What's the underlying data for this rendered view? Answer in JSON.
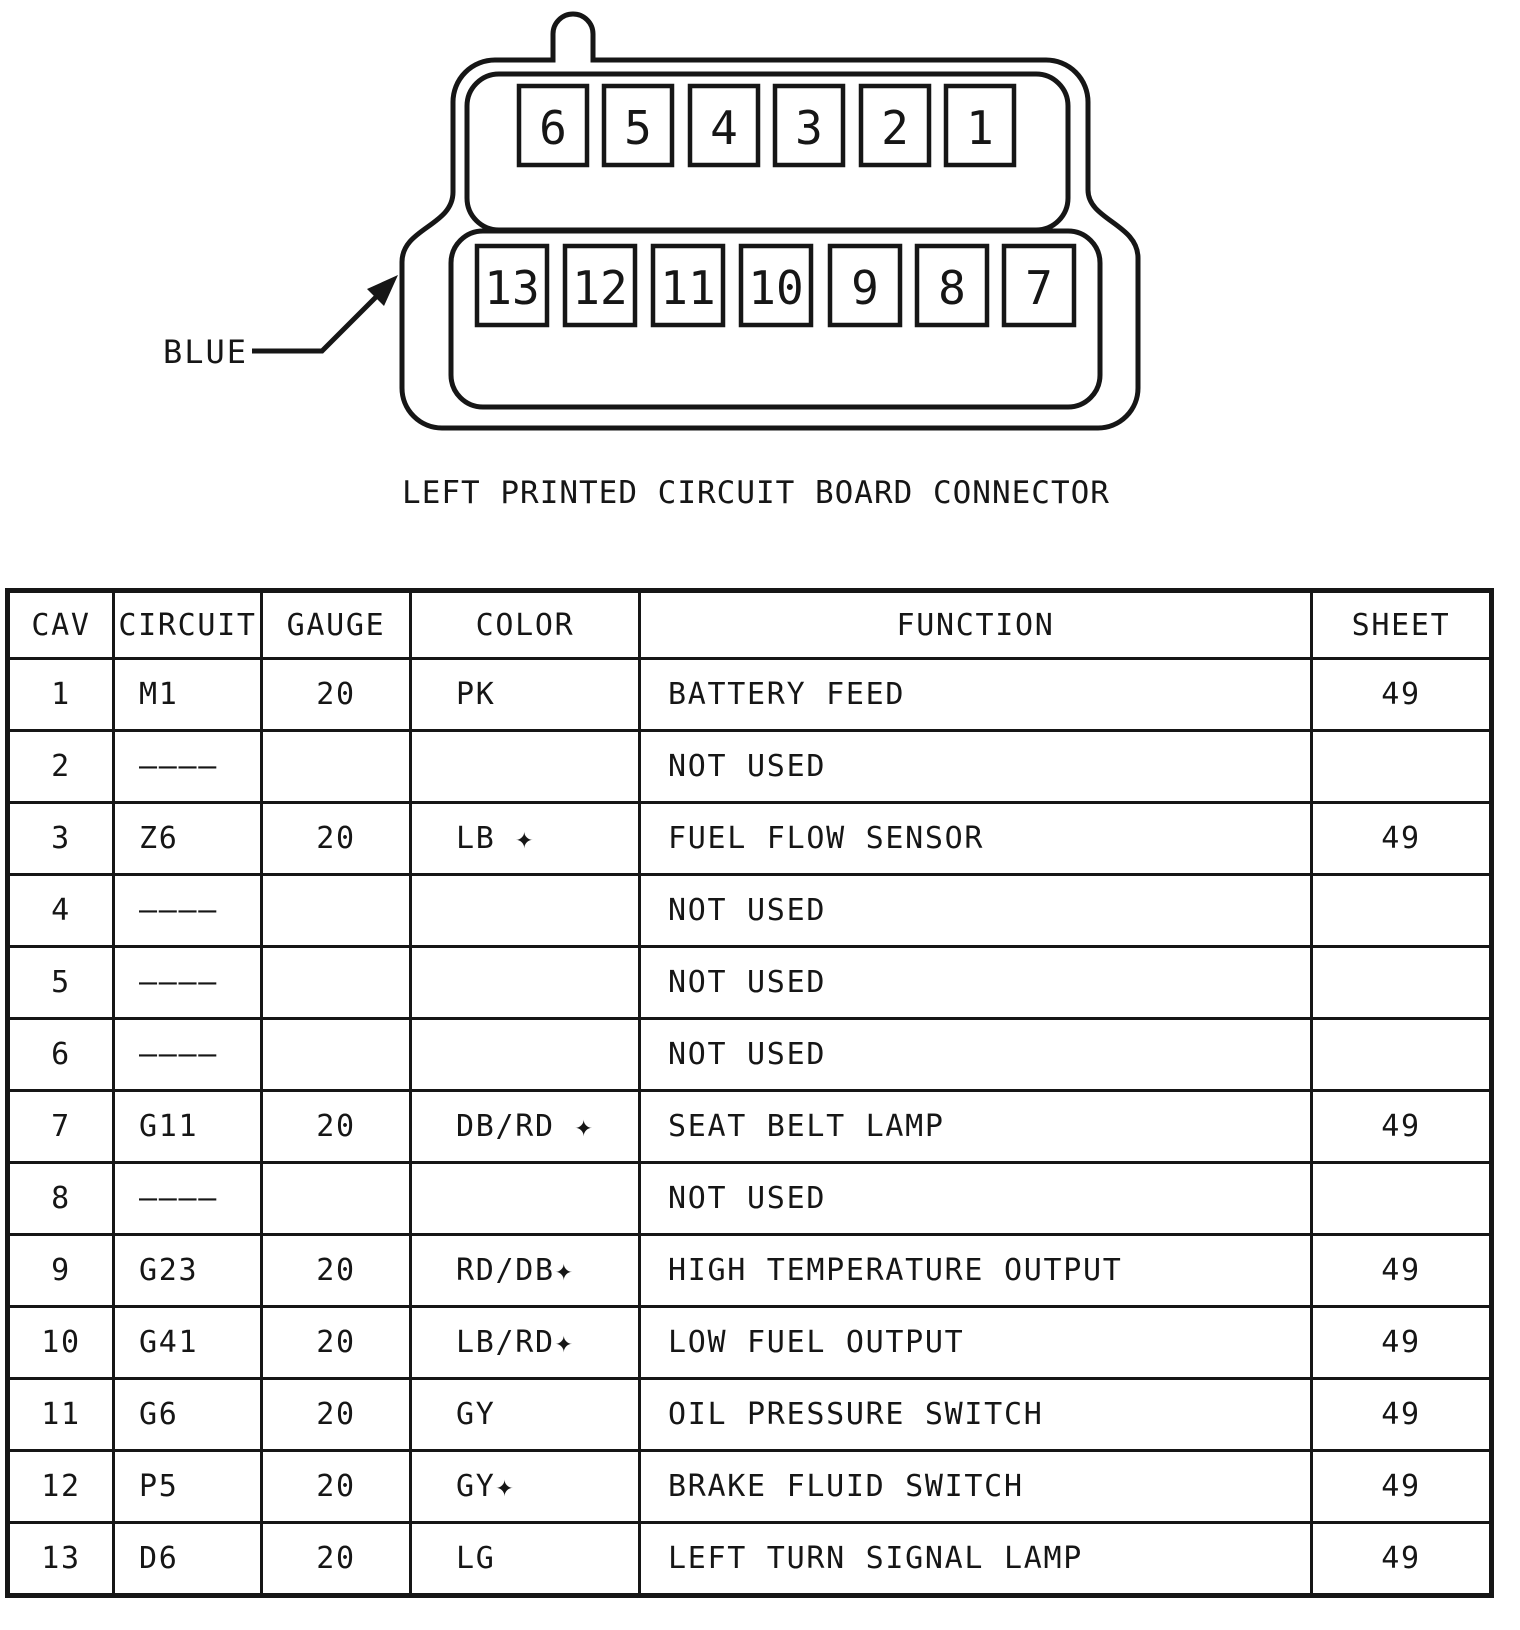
{
  "connector": {
    "color_label": "BLUE",
    "caption": "LEFT PRINTED CIRCUIT BOARD CONNECTOR",
    "top_row_pins": [
      "6",
      "5",
      "4",
      "3",
      "2",
      "1"
    ],
    "bottom_row_pins": [
      "13",
      "12",
      "11",
      "10",
      "9",
      "8",
      "7"
    ],
    "line_color": "#161616"
  },
  "table": {
    "headers": [
      "CAV",
      "CIRCUIT",
      "GAUGE",
      "COLOR",
      "FUNCTION",
      "SHEET"
    ],
    "rows": [
      {
        "cav": "1",
        "circuit": "M1",
        "gauge": "20",
        "color": "PK",
        "function": "BATTERY FEED",
        "sheet": "49"
      },
      {
        "cav": "2",
        "circuit": "————",
        "gauge": "",
        "color": "",
        "function": "NOT USED",
        "sheet": ""
      },
      {
        "cav": "3",
        "circuit": "Z6",
        "gauge": "20",
        "color": "LB ✦",
        "function": "FUEL FLOW SENSOR",
        "sheet": "49"
      },
      {
        "cav": "4",
        "circuit": "————",
        "gauge": "",
        "color": "",
        "function": "NOT USED",
        "sheet": ""
      },
      {
        "cav": "5",
        "circuit": "————",
        "gauge": "",
        "color": "",
        "function": "NOT USED",
        "sheet": ""
      },
      {
        "cav": "6",
        "circuit": "————",
        "gauge": "",
        "color": "",
        "function": "NOT USED",
        "sheet": ""
      },
      {
        "cav": "7",
        "circuit": "G11",
        "gauge": "20",
        "color": "DB/RD ✦",
        "function": "SEAT BELT LAMP",
        "sheet": "49"
      },
      {
        "cav": "8",
        "circuit": "————",
        "gauge": "",
        "color": "",
        "function": "NOT USED",
        "sheet": ""
      },
      {
        "cav": "9",
        "circuit": "G23",
        "gauge": "20",
        "color": "RD/DB✦",
        "function": "HIGH TEMPERATURE OUTPUT",
        "sheet": "49"
      },
      {
        "cav": "10",
        "circuit": "G41",
        "gauge": "20",
        "color": "LB/RD✦",
        "function": "LOW FUEL OUTPUT",
        "sheet": "49"
      },
      {
        "cav": "11",
        "circuit": "G6",
        "gauge": "20",
        "color": "GY",
        "function": "OIL PRESSURE SWITCH",
        "sheet": "49"
      },
      {
        "cav": "12",
        "circuit": "P5",
        "gauge": "20",
        "color": "GY✦",
        "function": "BRAKE FLUID SWITCH",
        "sheet": "49"
      },
      {
        "cav": "13",
        "circuit": "D6",
        "gauge": "20",
        "color": "LG",
        "function": "LEFT TURN SIGNAL LAMP",
        "sheet": "49"
      }
    ]
  }
}
